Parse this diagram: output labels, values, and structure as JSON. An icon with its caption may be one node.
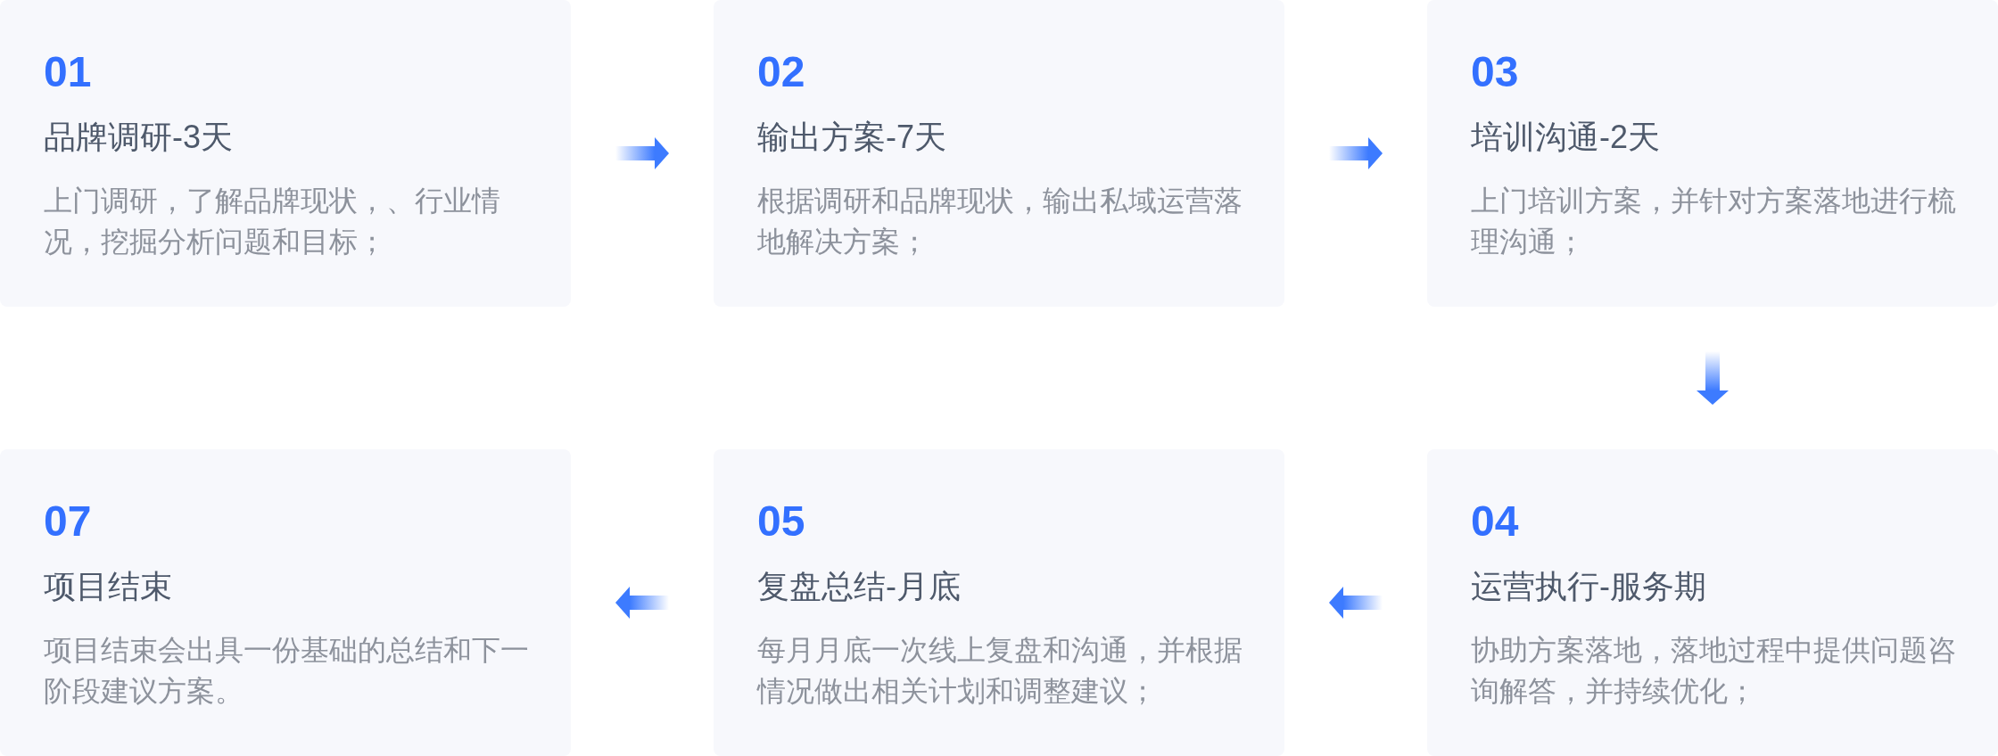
{
  "diagram": {
    "nodes": [
      {
        "text": [
          "01",
          "品牌调研-3天",
          "上门调研，了解品牌现状，、行业情况，挖掘分析问题和目标；"
        ]
      },
      {
        "text": [
          "02",
          "输出方案-7天",
          "根据调研和品牌现状，输出私域运营落地解决方案；"
        ]
      },
      {
        "text": [
          "03",
          "培训沟通-2天",
          "上门培训方案，并针对方案落地进行梳理沟通；"
        ]
      },
      {
        "text": [
          "04",
          "运营执行-服务期",
          "协助方案落地，落地过程中提供问题咨询解答，并持续优化；"
        ]
      },
      {
        "text": [
          "05",
          "复盘总结-月底",
          "每月月底一次线上复盘和沟通，并根据情况做出相关计划和调整建议；"
        ]
      },
      {
        "text": [
          "07",
          "项目结束",
          "项目结束会出具一份基础的总结和下一阶段建议方案。"
        ]
      }
    ],
    "edges": [
      {
        "from": 0,
        "to": 1,
        "arrow": "to"
      },
      {
        "from": 1,
        "to": 2,
        "arrow": "to"
      },
      {
        "from": 2,
        "to": 3,
        "arrow": "to"
      },
      {
        "from": 3,
        "to": 4,
        "arrow": "to"
      },
      {
        "from": 4,
        "to": 5,
        "arrow": "to"
      }
    ]
  }
}
